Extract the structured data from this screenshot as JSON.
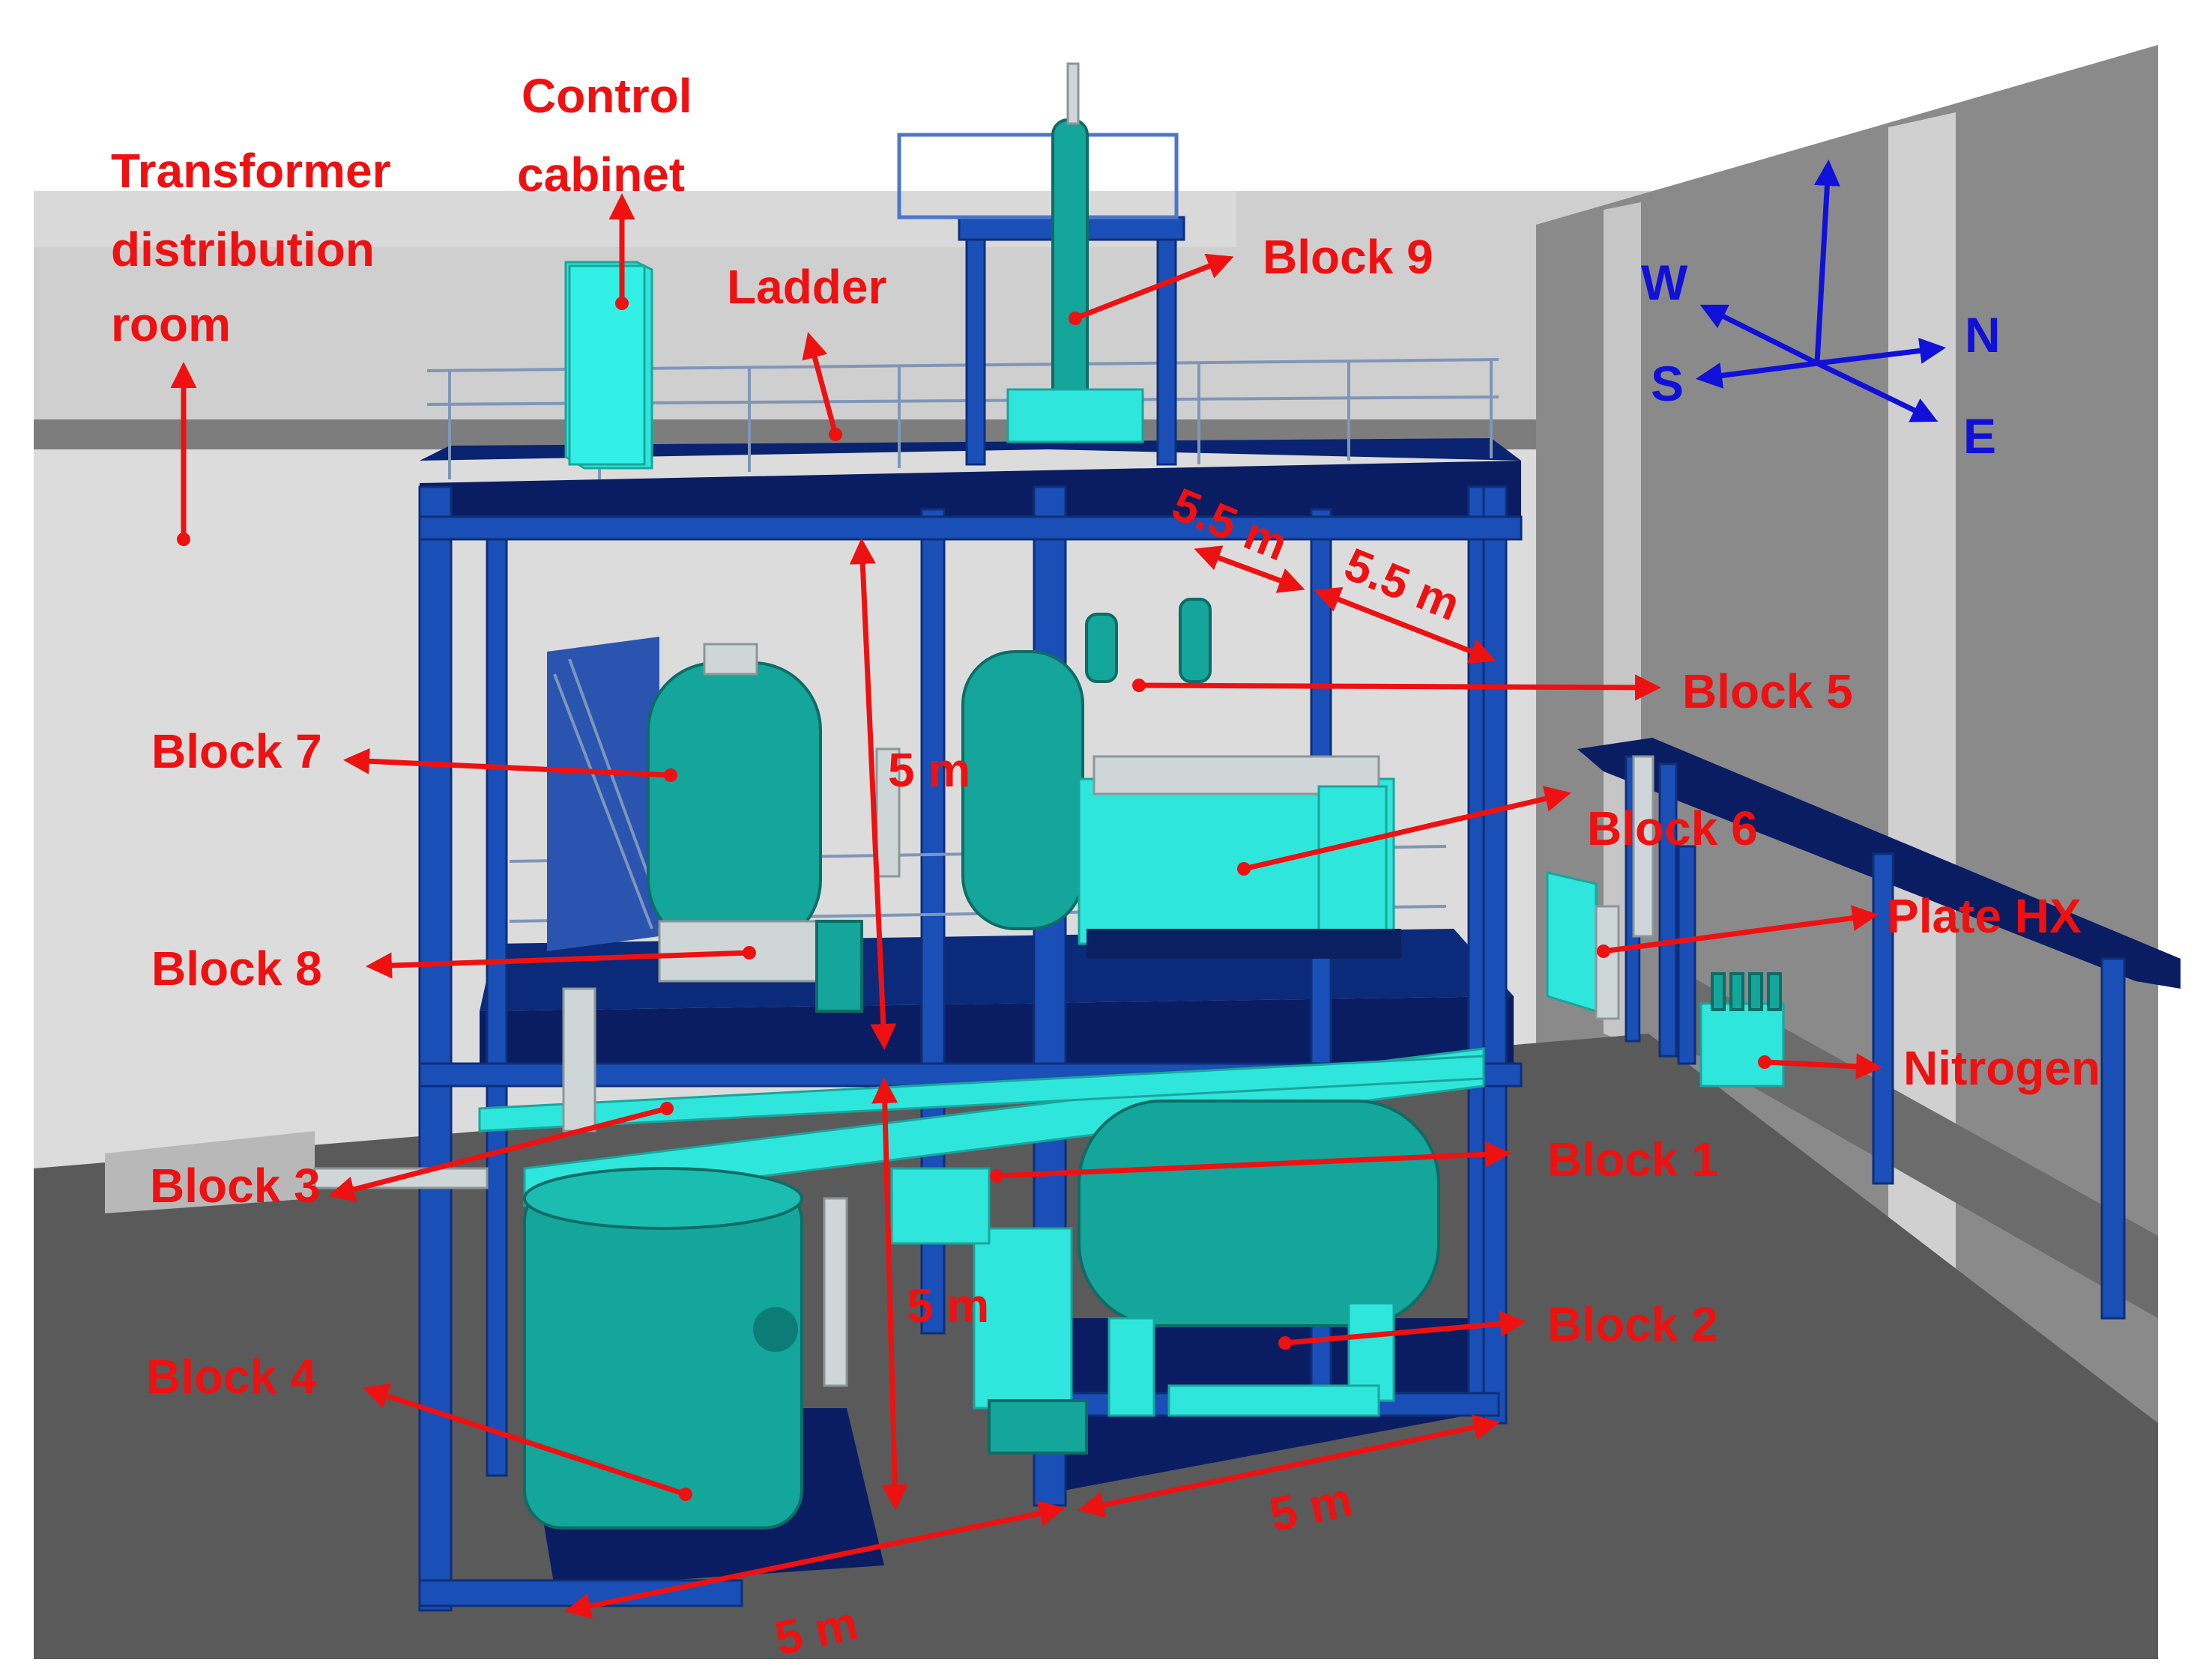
{
  "labels": {
    "transformer_line1": "Transformer",
    "transformer_line2": "distribution",
    "transformer_line3": "room",
    "control_line1": "Control",
    "control_line2": "cabinet",
    "ladder": "Ladder",
    "block9": "Block 9",
    "block5": "Block 5",
    "block7": "Block 7",
    "block6": "Block 6",
    "plate_hx": "Plate HX",
    "block8": "Block 8",
    "nitrogen": "Nitrogen",
    "block1": "Block 1",
    "block3": "Block 3",
    "block2": "Block 2",
    "block4": "Block 4"
  },
  "dimensions": {
    "d_top_a": "5.5 m",
    "d_top_b": "5.5 m",
    "d_upper_height": "5 m",
    "d_lower_height": "5 m",
    "d_base_left": "5 m",
    "d_base_right": "5 m"
  },
  "compass": {
    "w": "W",
    "n": "N",
    "s": "S",
    "e": "E"
  },
  "colors": {
    "label_red": "#ee1111",
    "compass_blue": "#1010d8",
    "frame_blue": "#1a4fb8",
    "tank_teal": "#14a59b",
    "equipment_cyan": "#2fe6dc"
  }
}
